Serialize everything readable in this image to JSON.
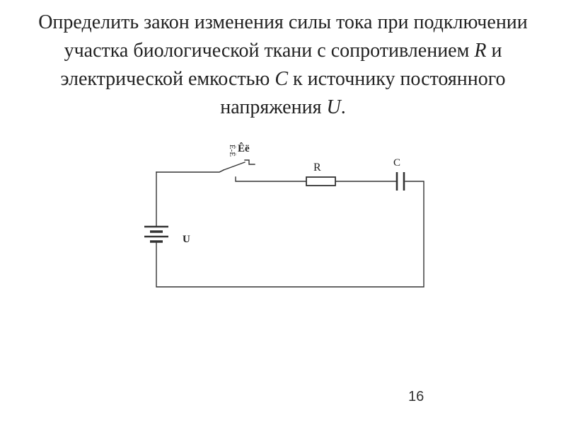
{
  "slide": {
    "title": {
      "line1": "Определить закон изменения силы тока при подключении",
      "line2_before": "участка биологической ткани с сопротивлением ",
      "line2_var": "R",
      "line2_after": " и",
      "line3_before": "электрической емкостью ",
      "line3_var": "C",
      "line3_after": " к источнику постоянного",
      "line4_before": "напряжения ",
      "line4_var": "U",
      "line4_after": "."
    },
    "page_number": "16"
  },
  "diagram": {
    "key_label": "Êë",
    "key_side_label": "Ë-Ë",
    "resistor_label": "R",
    "capacitor_label": "C",
    "source_label": "U",
    "colors": {
      "wire": "#333333",
      "text": "#222222",
      "background": "#ffffff"
    }
  }
}
